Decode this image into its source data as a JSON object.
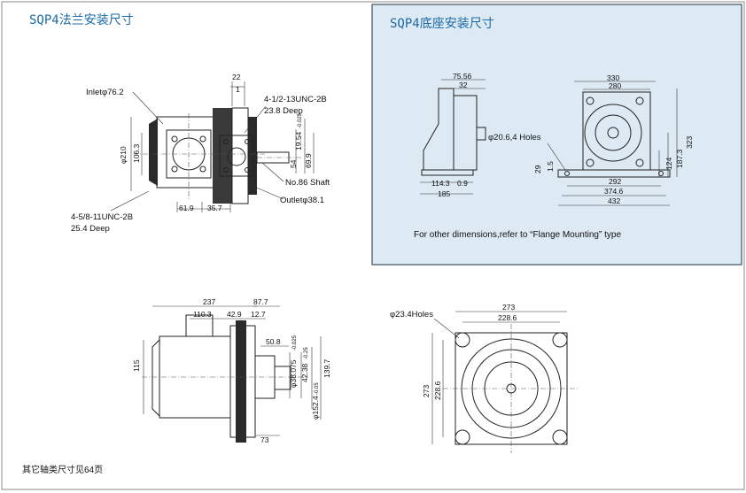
{
  "titles": {
    "flange": "SQP4法兰安装尺寸",
    "base": "SQP4底座安装尺寸"
  },
  "flange_view": {
    "inlet": "Inletφ76.2",
    "thread_top": "4-1/2-13UNC-2B",
    "thread_top_depth": "23.8 Deep",
    "thread_bottom": "4-5/8-11UNC-2B",
    "thread_bottom_depth": "25.4 Deep",
    "shaft": "No.86 Shaft",
    "outlet": "Outletφ38.1",
    "d22": "22",
    "d1": "1",
    "d210": "φ210",
    "d106": "106.3",
    "d1954": "19.54",
    "d1954_tol": "-0.025",
    "d54": "54",
    "d699": "69.9",
    "d619": "61.9",
    "d357": "35.7"
  },
  "base_view": {
    "d7556": "75.56",
    "d32": "32",
    "d330": "330",
    "d280": "280",
    "holes": "φ20.6,4 Holes",
    "d29": "29",
    "d15": "1.5",
    "d1143": "114.3",
    "d09": "0.9",
    "d185": "185",
    "d292": "292",
    "d3746": "374.6",
    "d432": "432",
    "d124": "124",
    "d1873": "187.3",
    "d323": "323",
    "note": "For other dimensions,refer to “Flange Mounting” type"
  },
  "side_view": {
    "d237": "237",
    "d877": "87.7",
    "d1103": "110.3",
    "d429": "42.9",
    "d127": "12.7",
    "d508": "50.8",
    "d115": "115",
    "d38075": "φ38.075",
    "d38075_tol": "-0.025",
    "d4238": "42.38",
    "d4238_tol": "-0.25",
    "d1397": "139.7",
    "d1524": "φ152.4",
    "d1524_tol": "-0.05",
    "d73": "73"
  },
  "front_view": {
    "holes": "φ23.4Holes",
    "d273_top": "273",
    "d2286_top": "228.6",
    "d273_left": "273",
    "d2286_left": "228.6"
  },
  "footer": "其它轴类尺寸见64页",
  "colors": {
    "title": "#1a6aa8",
    "highlight_bg": "#dde9f3",
    "highlight_border": "#3c4f63"
  }
}
